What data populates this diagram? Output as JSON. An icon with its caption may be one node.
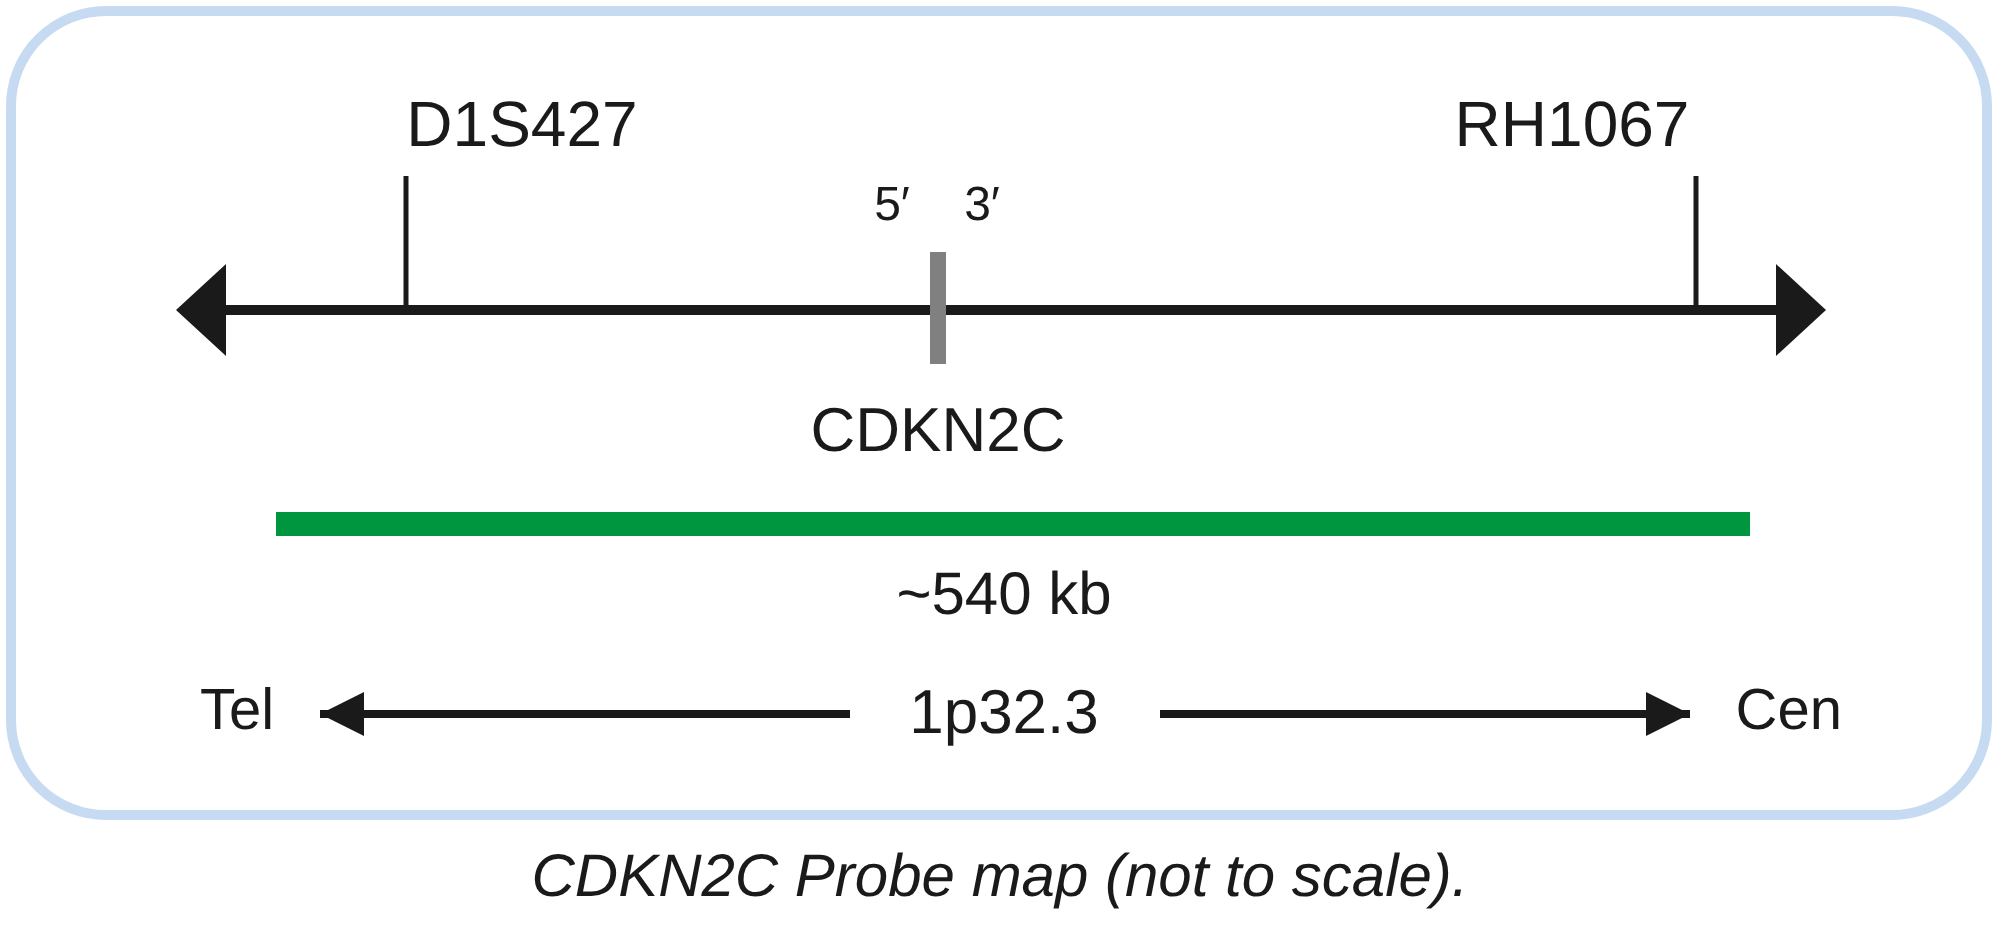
{
  "diagram": {
    "caption": "CDKN2C Probe map (not to scale).",
    "labels": [
      "D1S427",
      "RH1067",
      "5′",
      "3′",
      "CDKN2C",
      "~540 kb",
      "Tel",
      "1p32.3",
      "Cen"
    ]
  }
}
